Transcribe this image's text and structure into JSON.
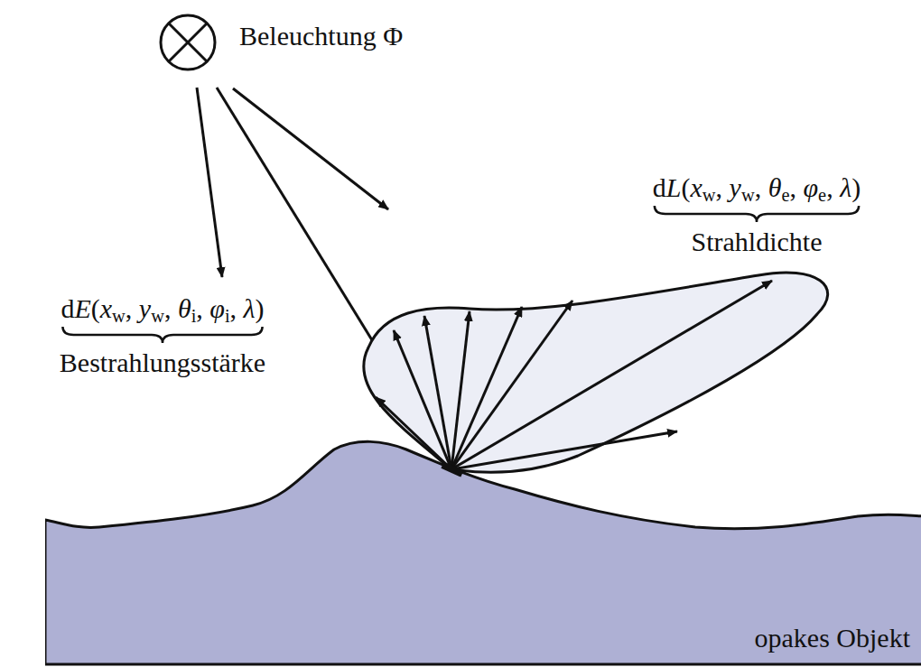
{
  "diagram": {
    "nodes": [
      {
        "text": [
          "opakes Objekt"
        ]
      }
    ],
    "labels": [
      "Beleuchtung Φ",
      "dE(xw, yw, θi, φi, λ)",
      "Bestrahlungsstärke",
      "dL(xw, yw, θe, φe, λ)",
      "Strahldichte"
    ]
  }
}
